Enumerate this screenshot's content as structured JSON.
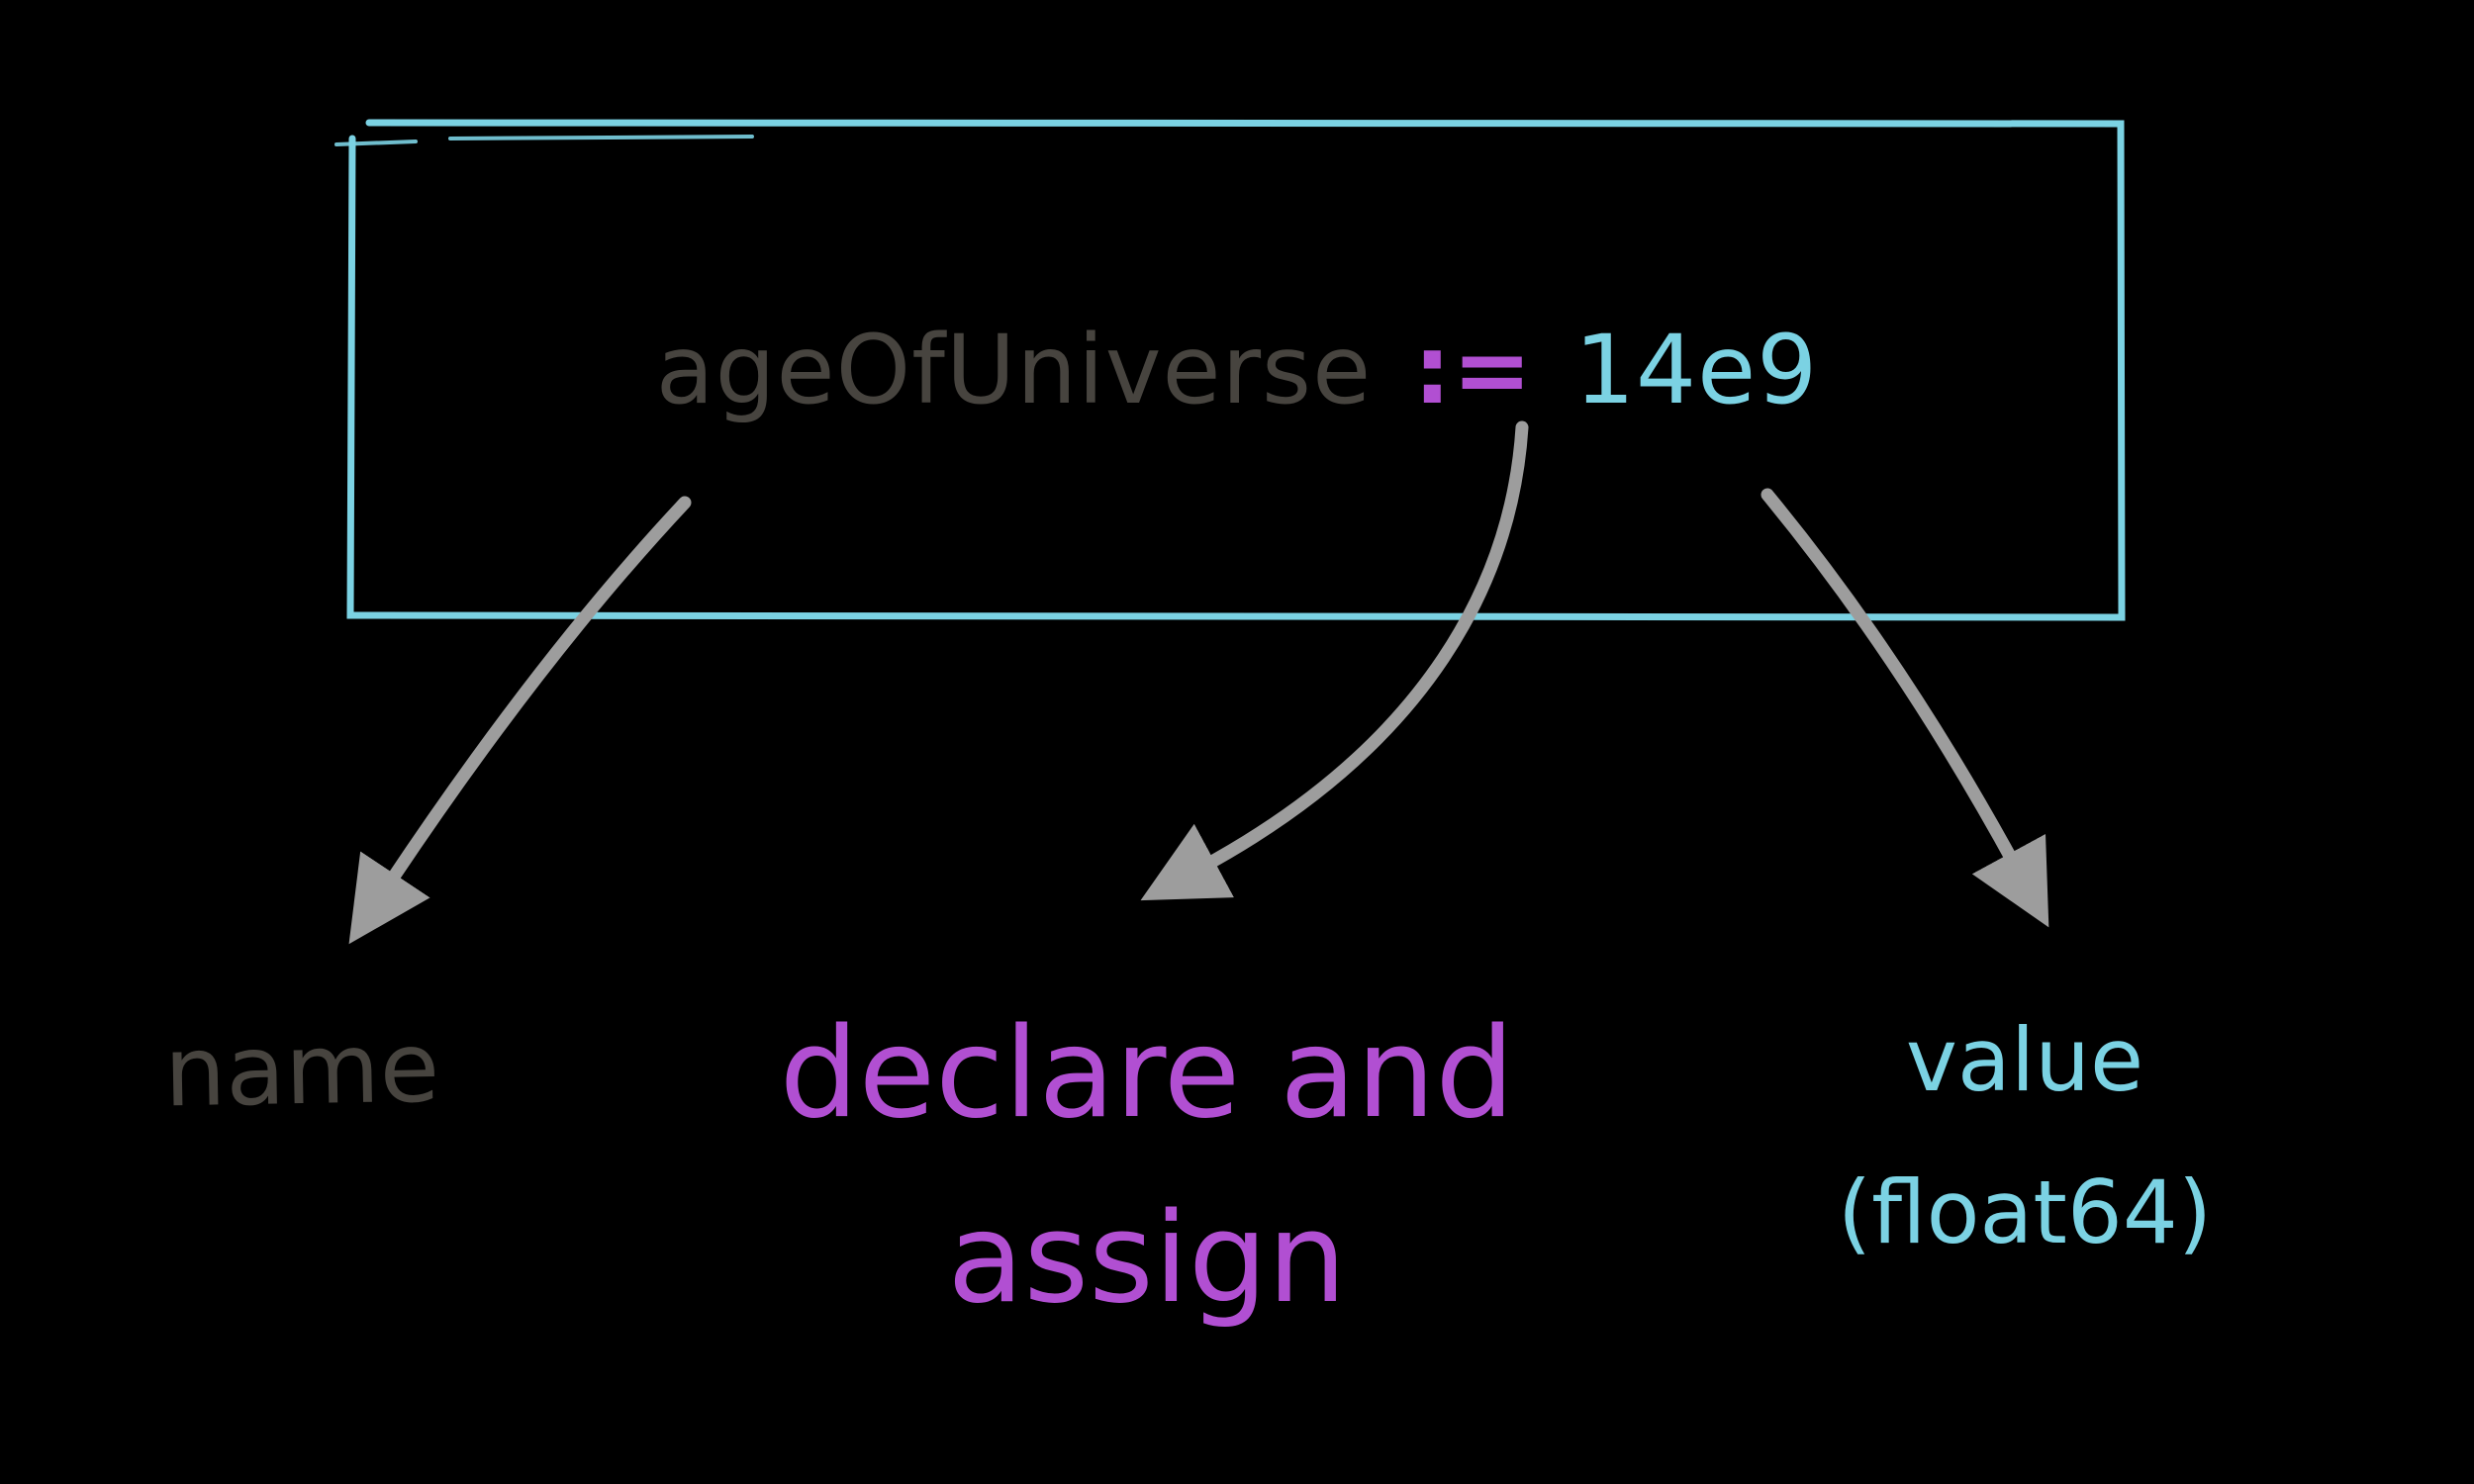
{
  "code": {
    "variable": "ageOfUniverse",
    "operator": ":=",
    "value": "14e9"
  },
  "labels": {
    "name": "name",
    "declare_line1": "declare and",
    "declare_line2": "assign",
    "value_line1": "value",
    "value_line2": "(float64)"
  },
  "colors": {
    "background": "#000000",
    "box_border": "#7bd2e3",
    "variable_text": "#47443f",
    "operator_text": "#b14fd2",
    "value_text": "#7bd2e3",
    "arrow": "#9d9d9d"
  }
}
